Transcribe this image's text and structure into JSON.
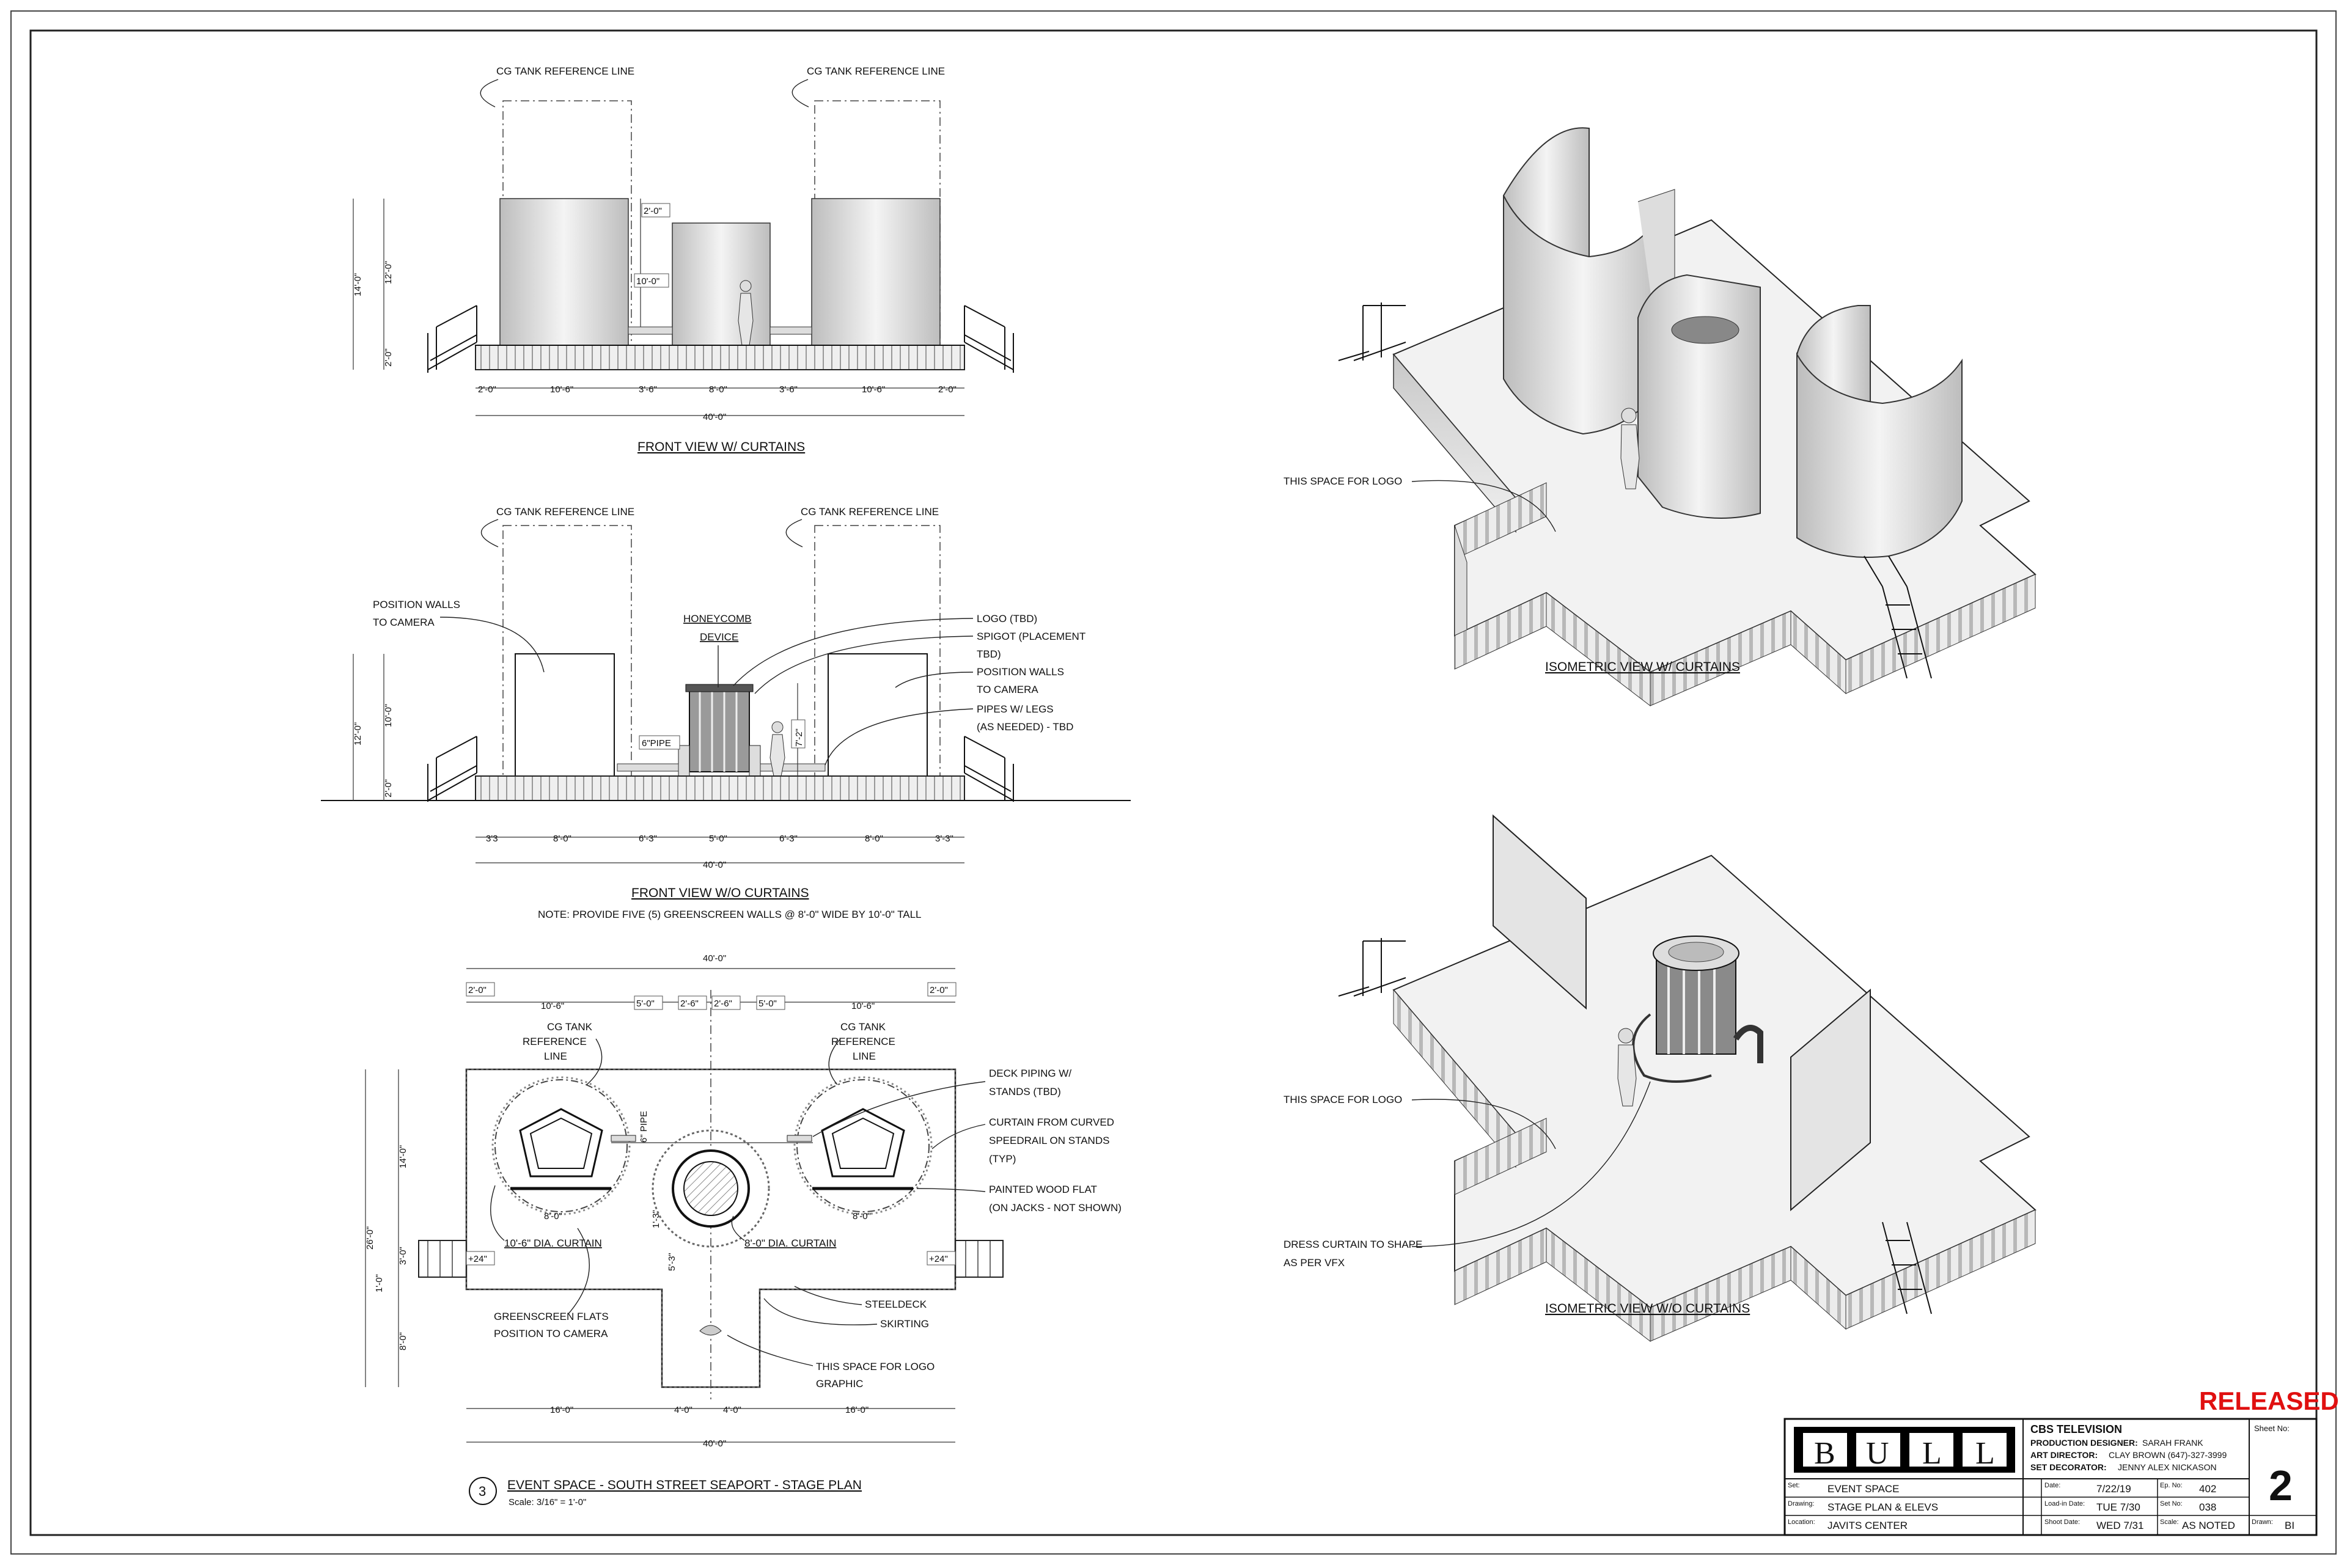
{
  "labels": {
    "cg_tank_ref": "CG TANK REFERENCE LINE",
    "position_walls": [
      "POSITION WALLS",
      "TO CAMERA"
    ],
    "honeycomb": [
      "HONEYCOMB",
      "DEVICE"
    ],
    "logo_tbd": "LOGO (TBD)",
    "spigot": [
      "SPIGOT (PLACEMENT",
      "TBD)"
    ],
    "position_walls_r": [
      "POSITION WALLS",
      "TO CAMERA"
    ],
    "pipes_legs": [
      "PIPES W/ LEGS",
      "(AS NEEDED) - TBD"
    ],
    "six_pipe": "6\"PIPE",
    "six_pipe_v": "6\" PIPE",
    "cg_tank_plan": [
      "CG TANK",
      "REFERENCE",
      "LINE"
    ],
    "deck_piping": [
      "DECK PIPING W/",
      "STANDS (TBD)"
    ],
    "curtain_speedrail": [
      "CURTAIN FROM CURVED",
      "SPEEDRAIL ON STANDS",
      "(TYP)"
    ],
    "painted_flat": [
      "PAINTED WOOD FLAT",
      "(ON JACKS - NOT SHOWN)"
    ],
    "curtain_dia_1": "10'-6\" DIA. CURTAIN",
    "curtain_dia_2": "8'-0\" DIA. CURTAIN",
    "greenscreen": [
      "GREENSCREEN FLATS",
      "POSITION TO CAMERA"
    ],
    "steeldeck": "STEELDECK",
    "skirting": "SKIRTING",
    "logo_graphic": [
      "THIS SPACE FOR LOGO",
      "GRAPHIC"
    ],
    "logo_space": "THIS SPACE FOR LOGO",
    "dress_curtain": [
      "DRESS CURTAIN TO SHAPE",
      "AS PER VFX"
    ],
    "plus24": "+24\""
  },
  "titles": {
    "front_with": "FRONT VIEW W/ CURTAINS",
    "front_without": "FRONT VIEW W/O CURTAINS",
    "note": "NOTE: PROVIDE FIVE (5) GREENSCREEN WALLS @ 8'-0\" WIDE BY 10'-0\" TALL",
    "iso_with": "ISOMETRIC VIEW W/ CURTAINS",
    "iso_without": "ISOMETRIC VIEW W/O CURTAINS",
    "plan_number": "3",
    "plan_title": "EVENT SPACE - SOUTH STREET SEAPORT - STAGE PLAN",
    "plan_scale": "Scale: 3/16\" = 1'-0\""
  },
  "dims": {
    "fw_bottom": [
      "2'-0\"",
      "10'-6\"",
      "3'-6\"",
      "8'-0\"",
      "3'-6\"",
      "10'-6\"",
      "2'-0\""
    ],
    "total_40": "40'-0\"",
    "fw_vert": [
      "14'-0\"",
      "12'-0\"",
      "2'-0\""
    ],
    "fw_tank": [
      "2'-0\"",
      "10'-0\""
    ],
    "fo_bottom": [
      "3'3",
      "8'-0\"",
      "6'-3\"",
      "5'-0\"",
      "6'-3\"",
      "8'-0\"",
      "3'-3\""
    ],
    "fo_vert": [
      "12'-0\"",
      "10'-0\"",
      "2'-0\""
    ],
    "fo_person": "7'-2\"",
    "plan_top": [
      "2'-0\"",
      "10'-6\"",
      "5'-0\"",
      "2'-6\"",
      "2'-6\"",
      "5'-0\"",
      "10'-6\"",
      "2'-0\""
    ],
    "plan_left": [
      "26'-0\"",
      "14'-0\"",
      "3'-0\"",
      "1'-0\"",
      "8'-0\""
    ],
    "plan_small": [
      "8'-0\"",
      "8'-0\"",
      "1'-3\"",
      "5'-3\""
    ],
    "plan_bottom": [
      "16'-0\"",
      "4'-0\"",
      "4'-0\"",
      "16'-0\""
    ]
  },
  "title_block": {
    "logo": [
      "B",
      "U",
      "L",
      "L"
    ],
    "company": "CBS TELEVISION",
    "credits": [
      {
        "role": "PRODUCTION DESIGNER:",
        "name": "SARAH FRANK"
      },
      {
        "role": "ART DIRECTOR:",
        "name": "CLAY BROWN (647)-327-3999"
      },
      {
        "role": "SET DECORATOR:",
        "name": "JENNY ALEX NICKASON"
      }
    ],
    "sheet_label": "Sheet No:",
    "sheet_no": "2",
    "set_label": "Set:",
    "set": "EVENT SPACE",
    "drawing_label": "Drawing:",
    "drawing": "STAGE PLAN & ELEVS",
    "location_label": "Location:",
    "location": "JAVITS CENTER",
    "date_label": "Date:",
    "date": "7/22/19",
    "loadin_label": "Load-in Date:",
    "loadin": "TUE 7/30",
    "shoot_label": "Shoot Date:",
    "shoot": "WED 7/31",
    "ep_label": "Ep. No:",
    "ep": "402",
    "setno_label": "Set No:",
    "setno": "038",
    "scale_label": "Scale:",
    "scale": "AS NOTED",
    "drawn_label": "Drawn:",
    "drawn": "BI"
  },
  "status": {
    "text": "RELEASED",
    "color": "#e01010"
  }
}
